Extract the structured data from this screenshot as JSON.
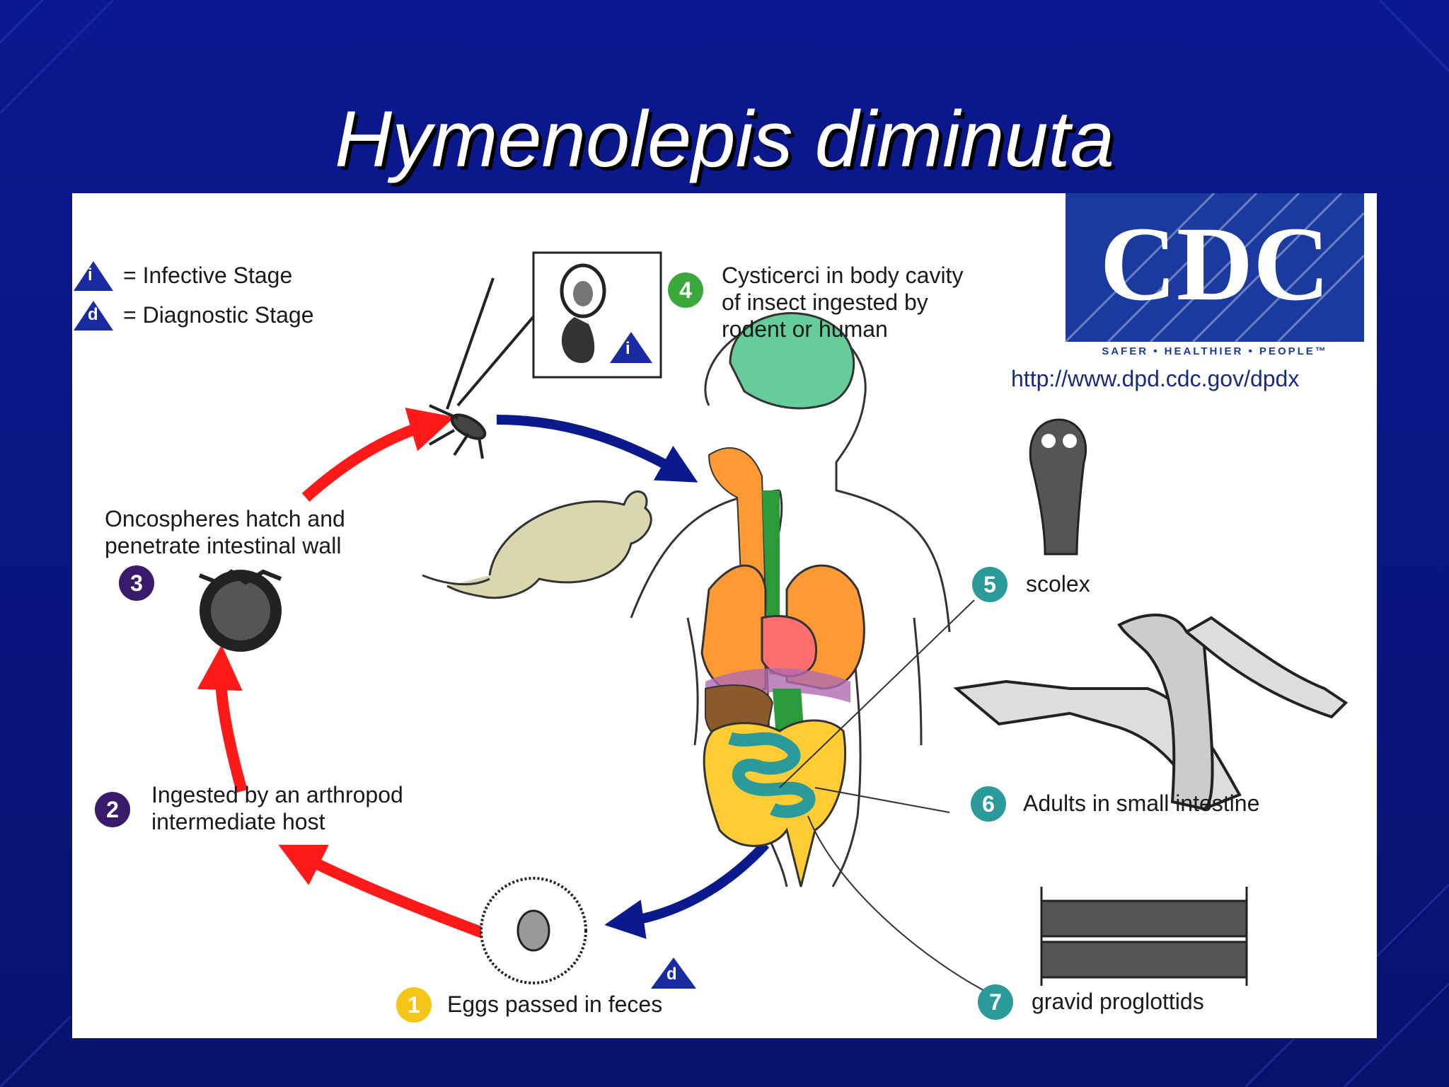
{
  "slide": {
    "title": "Hymenolepis diminuta"
  },
  "colors": {
    "background": "#0a1a8c",
    "red_arrow": "#ff1a1a",
    "blue_arrow": "#0a1a8c",
    "stage_yellow": "#f5c518",
    "stage_purple": "#3a1a6b",
    "stage_green": "#3aa83a",
    "stage_teal": "#2a9a9a"
  },
  "legend": {
    "infective": {
      "symbol": "i",
      "text": "= Infective Stage"
    },
    "diagnostic": {
      "symbol": "d",
      "text": "= Diagnostic Stage"
    }
  },
  "logo": {
    "text": "CDC",
    "tagline": "SAFER • HEALTHIER • PEOPLE™",
    "url": "http://www.dpd.cdc.gov/dpdx"
  },
  "stages": [
    {
      "num": "1",
      "text": "Eggs passed in feces"
    },
    {
      "num": "2",
      "line1": "Ingested by an arthropod",
      "line2": "intermediate host"
    },
    {
      "num": "3",
      "line1": "Oncospheres hatch and",
      "line2": "penetrate intestinal wall"
    },
    {
      "num": "4",
      "line1": "Cysticerci in body cavity",
      "line2": "of insect ingested by",
      "line3": "rodent or human"
    },
    {
      "num": "5",
      "text": "scolex"
    },
    {
      "num": "6",
      "text": "Adults in small intestine"
    },
    {
      "num": "7",
      "text": "gravid proglottids"
    }
  ],
  "markers": {
    "infective": "i",
    "diagnostic": "d"
  }
}
